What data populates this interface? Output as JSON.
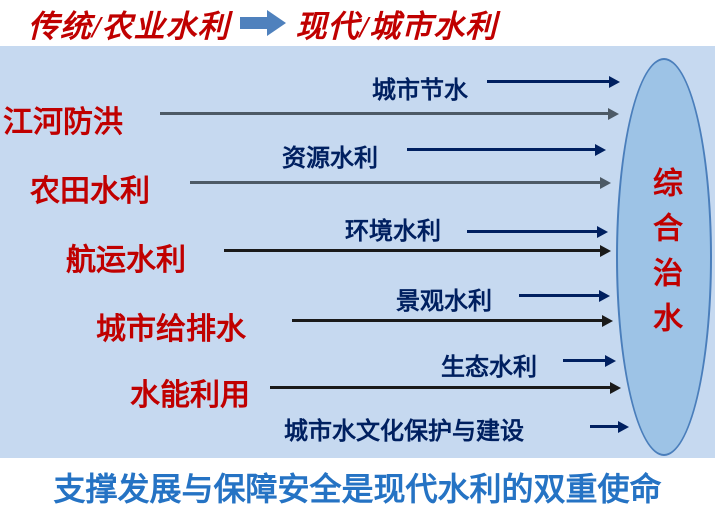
{
  "title": {
    "left": "传统/农业水利",
    "right": "现代/城市水利"
  },
  "diagram": {
    "traditional": [
      "江河防洪",
      "农田水利",
      "航运水利",
      "城市给排水",
      "水能利用"
    ],
    "modern": [
      "城市节水",
      "资源水利",
      "环境水利",
      "景观水利",
      "生态水利",
      "城市水文化保护与建设"
    ],
    "ellipse_label": "综合治水"
  },
  "footer": {
    "text": "支撑发展与保障安全是现代水利的双重使命"
  },
  "colors": {
    "title_red": "#c00000",
    "panel_bg": "#c6d9f0",
    "navy_text": "#002060",
    "ellipse_fill": "#9dc3e6",
    "ellipse_stroke": "#4a7ebb",
    "footer_blue": "#2573c4",
    "title_arrow_blue": "#4f81bd"
  }
}
